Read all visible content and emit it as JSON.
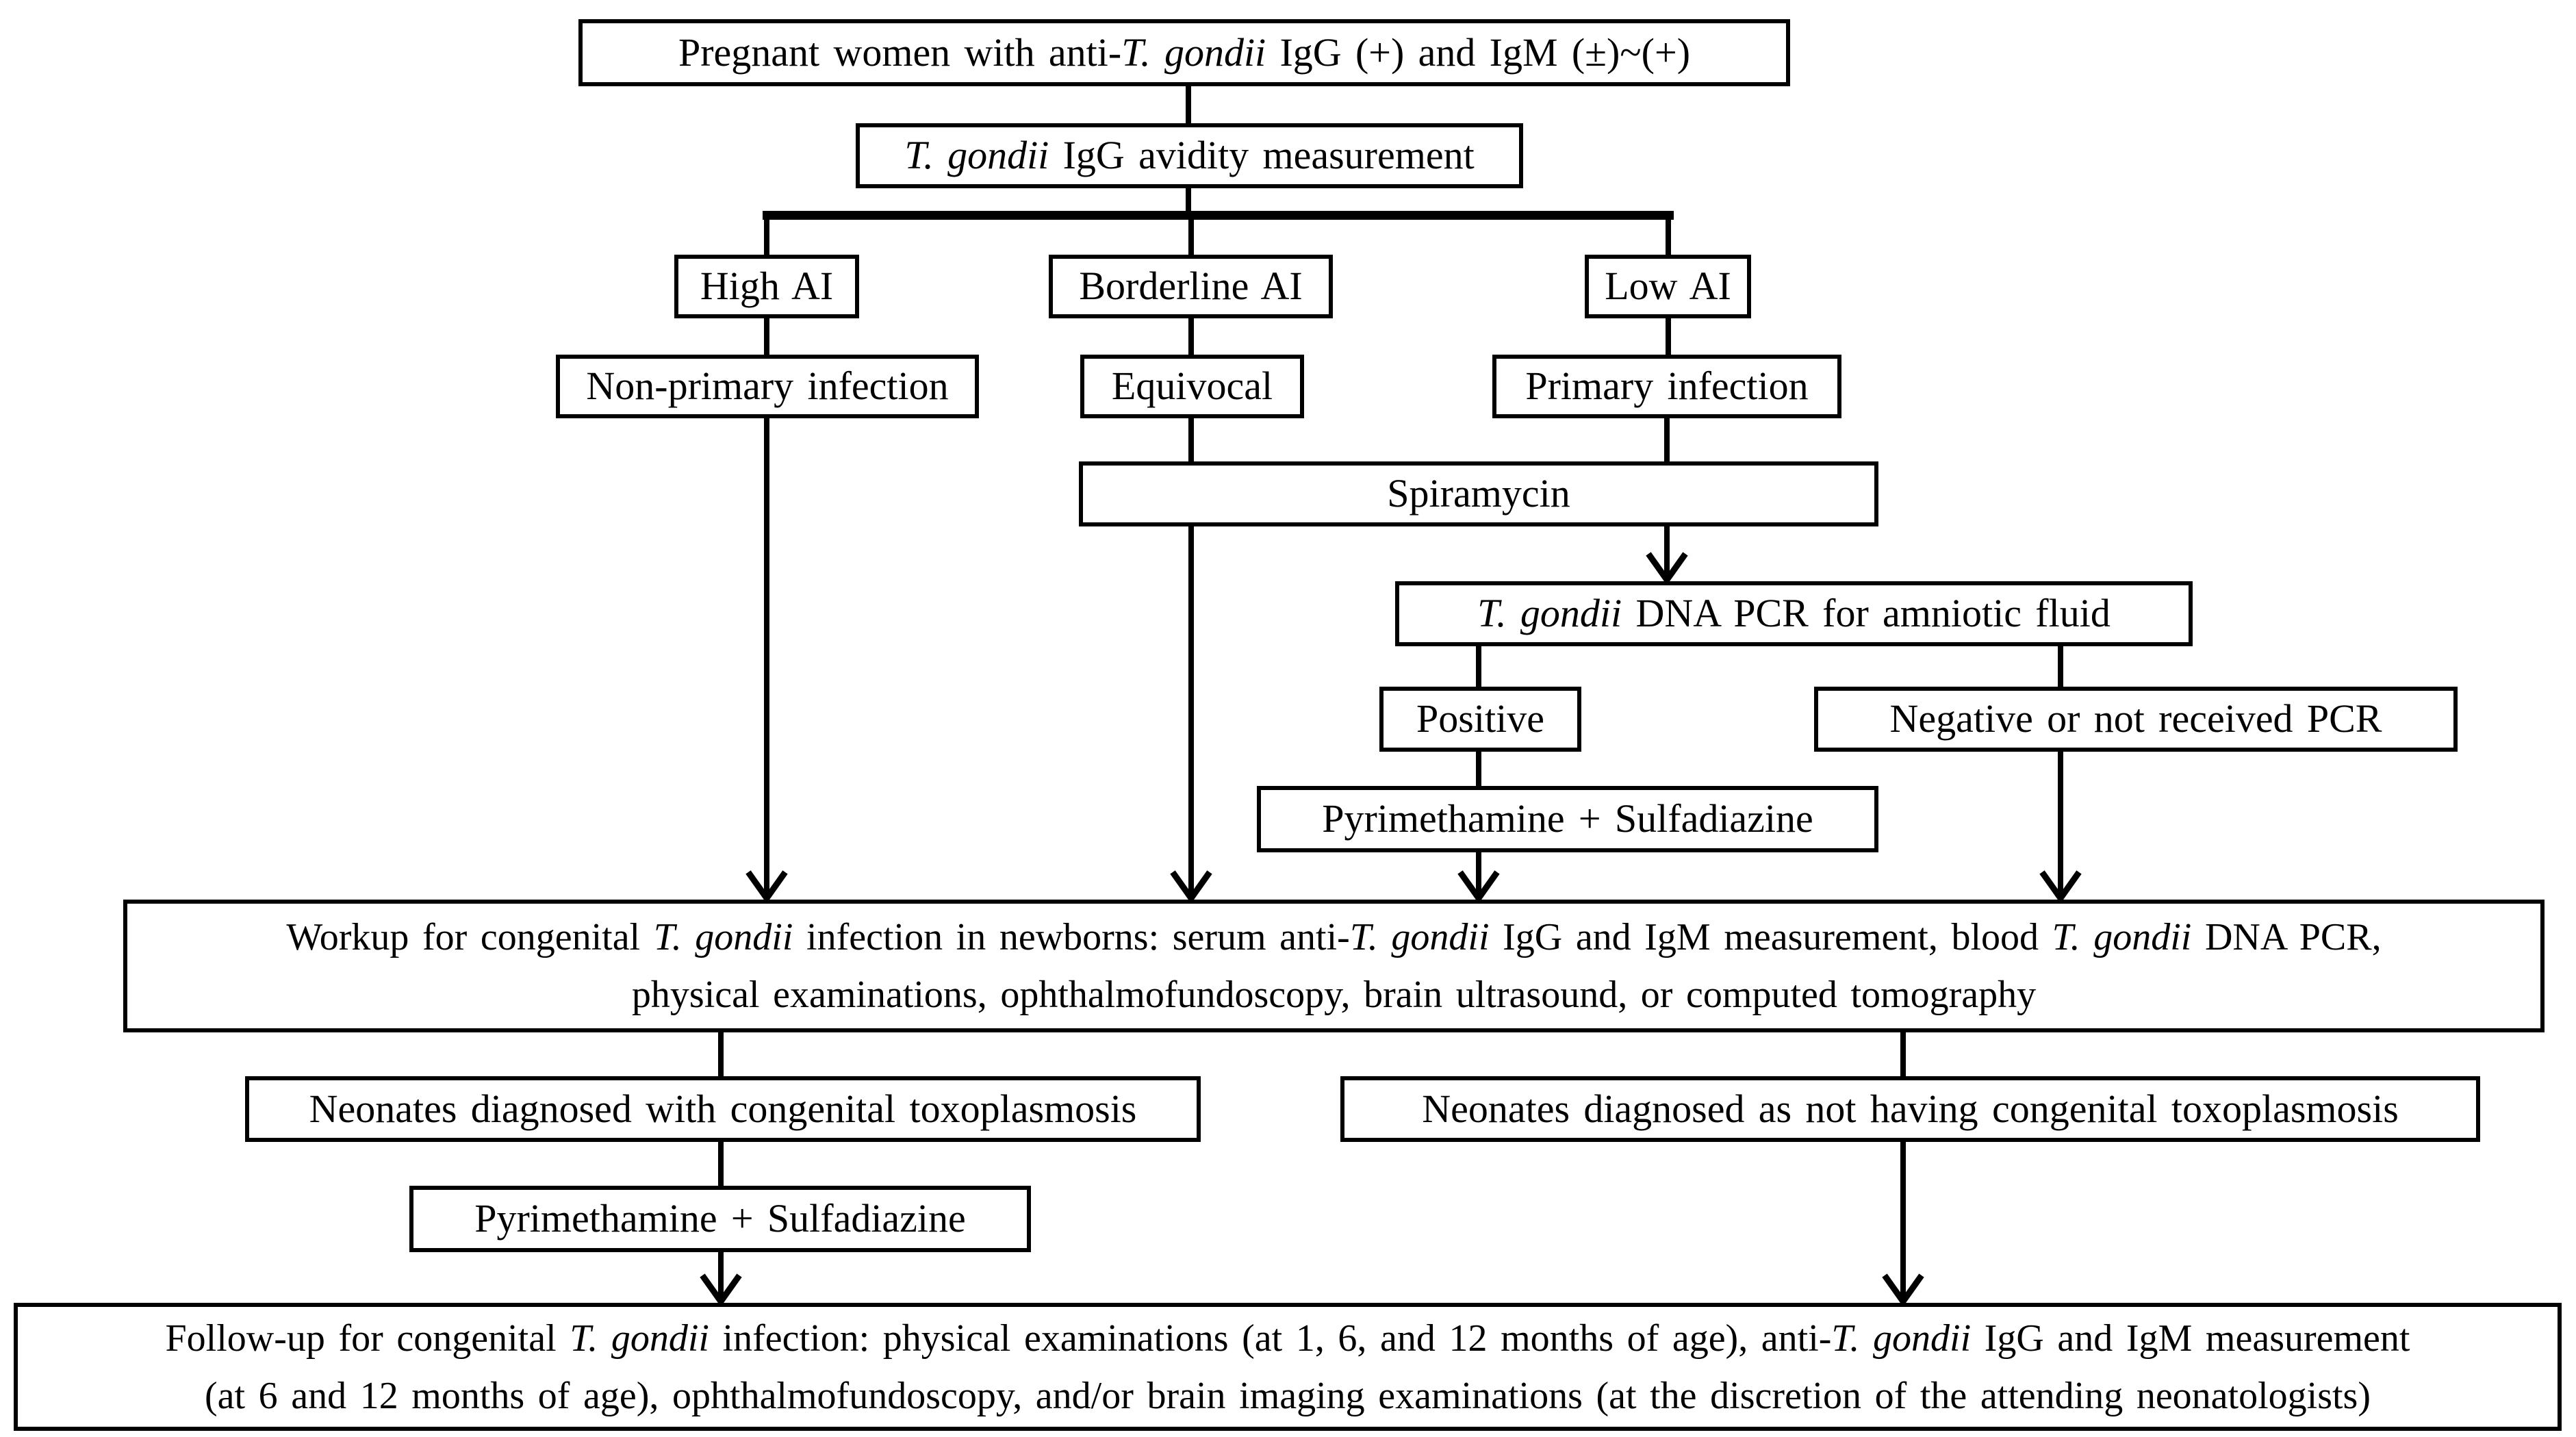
{
  "colors": {
    "background": "#ffffff",
    "line": "#000000",
    "text": "#000000"
  },
  "nodes": {
    "pregnant": {
      "segments": [
        {
          "t": "Pregnant women with anti-"
        },
        {
          "t": "T. gondii",
          "i": true
        },
        {
          "t": " IgG (+) and IgM (±)~(+)"
        }
      ]
    },
    "avidity": {
      "segments": [
        {
          "t": "T. gondii",
          "i": true
        },
        {
          "t": " IgG avidity measurement"
        }
      ]
    },
    "high_ai": {
      "segments": [
        {
          "t": "High AI"
        }
      ]
    },
    "borderline_ai": {
      "segments": [
        {
          "t": "Borderline AI"
        }
      ]
    },
    "low_ai": {
      "segments": [
        {
          "t": "Low AI"
        }
      ]
    },
    "non_primary": {
      "segments": [
        {
          "t": "Non-primary infection"
        }
      ]
    },
    "equivocal": {
      "segments": [
        {
          "t": "Equivocal"
        }
      ]
    },
    "primary": {
      "segments": [
        {
          "t": "Primary infection"
        }
      ]
    },
    "spiramycin": {
      "segments": [
        {
          "t": "Spiramycin"
        }
      ]
    },
    "pcr": {
      "segments": [
        {
          "t": "T. gondii",
          "i": true
        },
        {
          "t": " DNA PCR for amniotic fluid"
        }
      ]
    },
    "positive": {
      "segments": [
        {
          "t": "Positive"
        }
      ]
    },
    "negative": {
      "segments": [
        {
          "t": "Negative or not received PCR"
        }
      ]
    },
    "pyrimethamine1": {
      "segments": [
        {
          "t": "Pyrimethamine + Sulfadiazine"
        }
      ]
    },
    "workup": {
      "segments": [
        {
          "t": "Workup for congenital "
        },
        {
          "t": "T. gondii",
          "i": true
        },
        {
          "t": " infection in newborns: serum anti-"
        },
        {
          "t": "T. gondii",
          "i": true
        },
        {
          "t": " IgG and IgM measurement, blood "
        },
        {
          "t": "T. gondii",
          "i": true
        },
        {
          "t": " DNA PCR,"
        },
        {
          "br": true
        },
        {
          "t": "physical examinations, ophthalmofundoscopy, brain ultrasound, or computed tomography"
        }
      ]
    },
    "neonates_congenital": {
      "segments": [
        {
          "t": "Neonates diagnosed with congenital toxoplasmosis"
        }
      ]
    },
    "neonates_not_congenital": {
      "segments": [
        {
          "t": "Neonates diagnosed as not having congenital toxoplasmosis"
        }
      ]
    },
    "pyrimethamine2": {
      "segments": [
        {
          "t": "Pyrimethamine + Sulfadiazine"
        }
      ]
    },
    "followup": {
      "segments": [
        {
          "t": "Follow-up for congenital "
        },
        {
          "t": "T. gondii",
          "i": true
        },
        {
          "t": " infection: physical examinations (at 1, 6, and 12 months of age), anti-"
        },
        {
          "t": "T. gondii",
          "i": true
        },
        {
          "t": " IgG and IgM measurement"
        },
        {
          "br": true
        },
        {
          "t": "(at 6 and 12 months of age), ophthalmofundoscopy, and/or brain imaging examinations (at the discretion of the attending neonatologists)"
        }
      ]
    }
  },
  "edges": [
    {
      "from": "pregnant",
      "to": "avidity",
      "arrow": false
    },
    {
      "from": "avidity",
      "to": "high_ai",
      "arrow": false
    },
    {
      "from": "avidity",
      "to": "borderline_ai",
      "arrow": false
    },
    {
      "from": "avidity",
      "to": "low_ai",
      "arrow": false
    },
    {
      "from": "high_ai",
      "to": "non_primary",
      "arrow": false
    },
    {
      "from": "borderline_ai",
      "to": "equivocal",
      "arrow": false
    },
    {
      "from": "low_ai",
      "to": "primary",
      "arrow": false
    },
    {
      "from": "equivocal",
      "to": "spiramycin",
      "arrow": false
    },
    {
      "from": "primary",
      "to": "spiramycin",
      "arrow": false
    },
    {
      "from": "non_primary",
      "to": "workup",
      "arrow": true
    },
    {
      "from": "spiramycin",
      "to": "workup",
      "arrow": true
    },
    {
      "from": "spiramycin",
      "to": "pcr",
      "arrow": true
    },
    {
      "from": "pcr",
      "to": "positive",
      "arrow": false
    },
    {
      "from": "pcr",
      "to": "negative",
      "arrow": false
    },
    {
      "from": "positive",
      "to": "pyrimethamine1",
      "arrow": false
    },
    {
      "from": "pyrimethamine1",
      "to": "workup",
      "arrow": true
    },
    {
      "from": "negative",
      "to": "workup",
      "arrow": true
    },
    {
      "from": "workup",
      "to": "neonates_congenital",
      "arrow": false
    },
    {
      "from": "workup",
      "to": "neonates_not_congenital",
      "arrow": false
    },
    {
      "from": "neonates_congenital",
      "to": "pyrimethamine2",
      "arrow": false
    },
    {
      "from": "pyrimethamine2",
      "to": "followup",
      "arrow": true
    },
    {
      "from": "neonates_not_congenital",
      "to": "followup",
      "arrow": true
    }
  ]
}
